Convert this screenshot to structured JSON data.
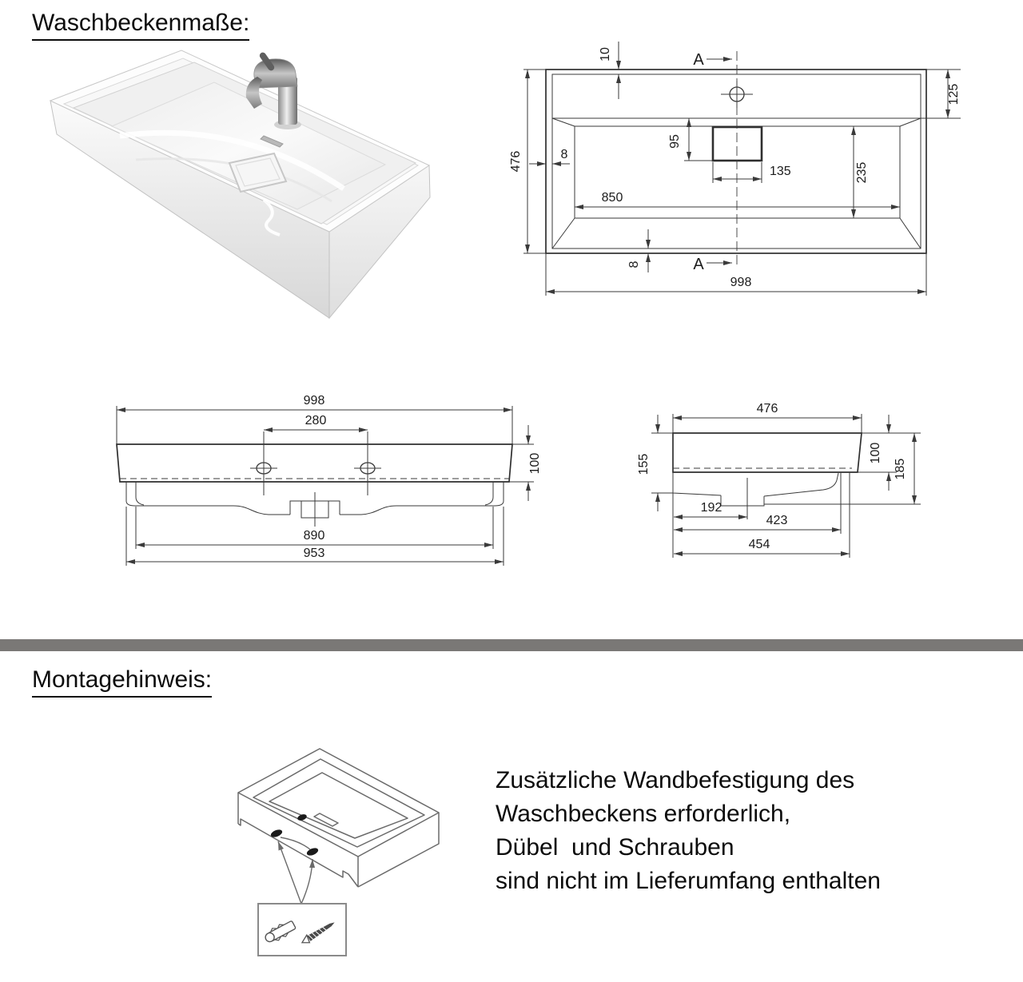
{
  "sections": {
    "dimensions_title": "Waschbeckenmaße:",
    "mounting_title": "Montagehinweis:"
  },
  "divider_color": "#7a7876",
  "top_view": {
    "dims": {
      "rim_front": "10",
      "section_label_top": "A",
      "rim_right": "125",
      "depth_total": "476",
      "wall_left": "8",
      "drain_to_back": "95",
      "drain_width": "135",
      "basin_depth": "235",
      "basin_width": "850",
      "wall_bottom": "8",
      "section_label_bottom": "A",
      "width_total": "998"
    }
  },
  "front_view": {
    "dims": {
      "width_total": "998",
      "hole_spacing": "280",
      "body_height": "100",
      "underside_width": "890",
      "skirt_width": "953"
    }
  },
  "side_view": {
    "dims": {
      "depth_total": "476",
      "front_height": "155",
      "back_height": "100",
      "height_with_drain": "185",
      "drain_center_offset": "192",
      "recess_depth": "423",
      "underside_depth": "454"
    }
  },
  "mounting": {
    "note_lines": [
      "Zusätzliche Wandbefestigung des",
      "Waschbeckens erforderlich,",
      "Dübel  und Schrauben",
      "sind nicht im Lieferumfang enthalten"
    ]
  }
}
